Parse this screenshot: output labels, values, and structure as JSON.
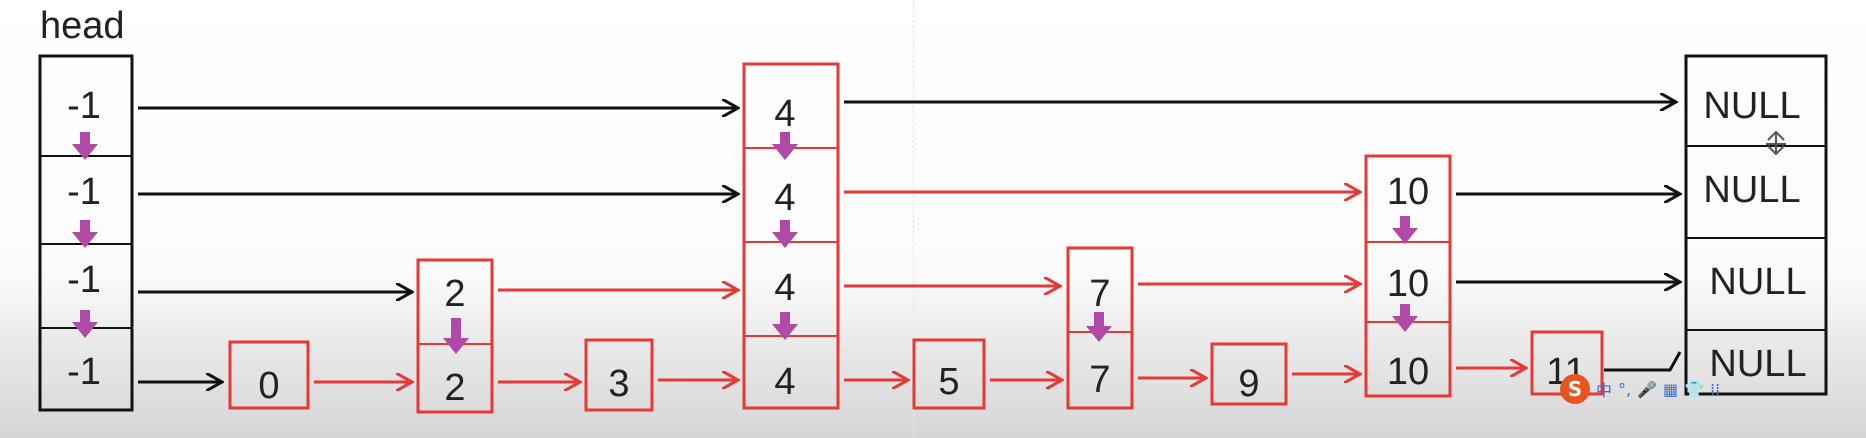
{
  "head_label": "head",
  "colors": {
    "black": "#111111",
    "red": "#e53935",
    "down_arrow": "#b04aa6"
  },
  "head_values": [
    "-1",
    "-1",
    "-1",
    "-1"
  ],
  "null_labels": [
    "NULL",
    "NULL",
    "NULL",
    "NULL"
  ],
  "columns": [
    {
      "key": "n0",
      "levels": [
        "0"
      ]
    },
    {
      "key": "n2",
      "levels": [
        "2",
        "2"
      ]
    },
    {
      "key": "n3",
      "levels": [
        "3"
      ]
    },
    {
      "key": "n4",
      "levels": [
        "4",
        "4",
        "4",
        "4"
      ]
    },
    {
      "key": "n5",
      "levels": [
        "5"
      ]
    },
    {
      "key": "n7",
      "levels": [
        "7",
        "7"
      ]
    },
    {
      "key": "n9",
      "levels": [
        "9"
      ]
    },
    {
      "key": "n10",
      "levels": [
        "10",
        "10",
        "10"
      ]
    },
    {
      "key": "n11",
      "levels": [
        "11"
      ]
    }
  ],
  "ime_toolbar": {
    "logo": "S",
    "items": [
      "中",
      "°,",
      "🎤",
      "▦",
      "👕",
      "⁞⁞"
    ]
  }
}
